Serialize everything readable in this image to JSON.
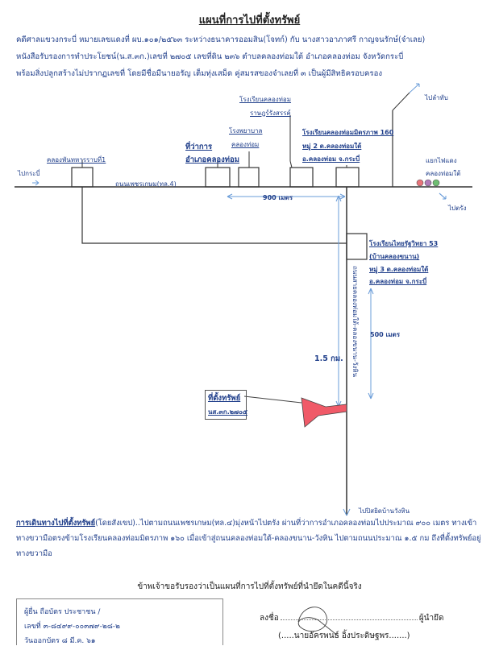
{
  "title": "แผนที่การไปที่ตั้งทรัพย์",
  "header_lines": [
    "คดีศาลแขวงกระบี่ หมายเลขแดงที่ ผบ.๑๐๑/๒๕๖๓ ระหว่างธนาคารออมสิน(โจทก์) กับ นางสาวอาภาศรี กาญจนรักษ์(จำเลย)",
    "หนังสือรับรองการทำประโยชน์(น.ส.๓ก.)เลขที่ ๒๗๐๕ เลขที่ดิน ๒๓๖ ตำบลคลองท่อมใต้ อำเภอคลองท่อม จังหวัดกระบี่",
    "พร้อมสิ่งปลูกสร้างไม่ปรากฏเลขที่ โดยมีชื่อมีนายอรัญ เต็มทุ่งเสม็ด คู่สมรสของจำเลยที่ ๓ เป็นผู้มีสิทธิครอบครอง"
  ],
  "map": {
    "to_krabi": "ไปกระบี่",
    "to_lamthap": "ไปลำทับ",
    "to_trang": "ไปตรัง",
    "to_wanghin": "ไปปิสยิดบ้านวังหิน",
    "highway": "ถนนเพชรเกษม(ทล.4)",
    "army_camp": "คลองพันทหารราบที่1",
    "district_office_1": "ที่ว่าการ",
    "district_office_2": "อำเภอคลองท่อม",
    "school_top": "โรงเรียนคลองท่อม",
    "school_top_2": "ราษฎร์รังสรรค์",
    "hospital_1": "โรงพยาบาล",
    "hospital_2": "คลองท่อม",
    "mittraphap_school": "โรงเรียนคลองท่อมมิตรภาพ 160",
    "mittraphap_addr_1": "หมู่ 2 ต.คลองท่อมใต้",
    "mittraphap_addr_2": "อ.คลองท่อม จ.กระบี่",
    "traffic_light_1": "แยกไฟแดง",
    "traffic_light_2": "คลองท่อมใต้",
    "dist_900": "900 เมตร",
    "thairat_1": "โรงเรียนไทยรัฐวิทยา 53",
    "thairat_2": "(บ้านคลองขนาน)",
    "thairat_3": "หมู่ 3 ต.คลองท่อมใต้",
    "thairat_4": "อ.คลองท่อม จ.กระบี่",
    "side_road": "ถนนสายคลองท่อมใต้-คลองขนาน-วังหิน",
    "dist_500": "500 เมตร",
    "dist_1_5": "1.5 กม.",
    "property_1": "ที่ตั้งทรัพย์",
    "property_2": "นส.๓ก.๒๗๐๕",
    "property_color": "#f05a68",
    "light_colors": [
      "#e8737a",
      "#b07ab8",
      "#6fbf73"
    ]
  },
  "route": {
    "lead": "การเดินทางไปที่ตั้งทรัพย์",
    "text": "(โดยสังเขป)..ไปตามถนนเพชรเกษม(ทล.๔)มุ่งหน้าไปตรัง ผ่านที่ว่าการอำเภอคลองท่อมไปประมาณ ๙๐๐ เมตร ทางเข้าทางขวามือตรงข้ามโรงเรียนคลองท่อมมิตรภาพ ๑๖๐ เมื่อเข้าสู่ถนนคลองท่อมใต้-คลองขนาน-วังหิน ไปตามถนนประมาณ ๑.๕ กม ถึงที่ตั้งทรัพย์อยู่ทางขวามือ"
  },
  "certify": "ข้าพเจ้าขอรับรองว่าเป็นแผนที่การไปที่ตั้งทรัพย์ที่นำยึดในคดีนี้จริง",
  "applicant": {
    "line1_label": "ผู้ยื่น ถือบัตร",
    "line1_value": "ประชาชน /",
    "line2_label": "เลขที่",
    "line2_value": "๓-๘๔๙๙-๐๐๓๗๙-๒๘-๒",
    "line3_label": "วันออกบัตร",
    "line3_value": "๘ มี.ค. ๖๑"
  },
  "signature": {
    "prefix": "ลงชื่อ",
    "suffix": "ผู้นำยึด",
    "name": "(.....นายอัครพนธ์ อิ้งประดิษฐพร.......)"
  }
}
